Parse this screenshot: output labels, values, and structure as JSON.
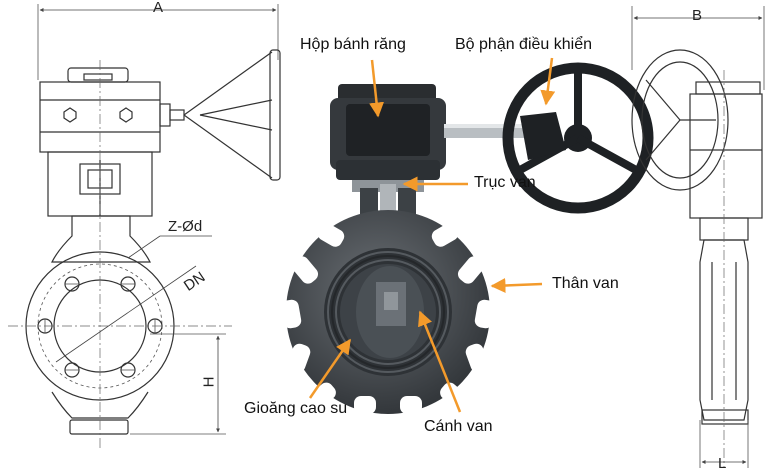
{
  "labels": {
    "gearbox": "Hộp bánh răng",
    "handwheel": "Bộ phận điều khiển",
    "stem": "Trục van",
    "body": "Thân van",
    "seat": "Gioăng cao su",
    "disc": "Cánh van"
  },
  "dimensions": {
    "a": "A",
    "b": "B",
    "bolt": "Z-Ød",
    "dn": "DN",
    "h": "H",
    "l": "L"
  },
  "colors": {
    "arrow": "#f39a2b",
    "metal_dark": "#2b2f33",
    "pvc_grey": "#4a4f55",
    "line": "#333333"
  }
}
